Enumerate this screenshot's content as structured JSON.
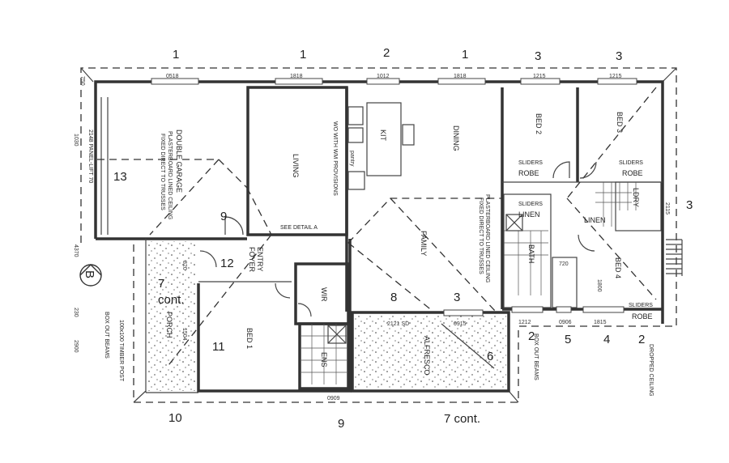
{
  "plan": {
    "ref_numbers_top": [
      "1",
      "1",
      "2",
      "1",
      "3",
      "3"
    ],
    "ref_numbers_right": [
      "3"
    ],
    "ref_numbers_bottom": [
      "10",
      "9",
      "7 cont."
    ],
    "ref_numbers_lower_right": [
      "2",
      "5",
      "4",
      "2"
    ],
    "ref_numbers_inside": {
      "garage": "13",
      "door": "9",
      "foyer": "12",
      "porch": "7",
      "porch_cont": "cont.",
      "bed1": "11",
      "family_a": "8",
      "family_b": "3",
      "alfresco": "6"
    },
    "rooms": {
      "living": "LIVING",
      "kit": "KIT",
      "dining": "DINING",
      "bed2": "BED 2",
      "bed3": "BED 3",
      "bed1": "BED 1",
      "bed4": "BED 4",
      "family": "FAMILY",
      "entry": "ENTRY",
      "foyer": "FOYER",
      "wir": "WIR",
      "ens": "ENS",
      "bath": "BATH",
      "linen": "LINEN",
      "linen2": "LINEN",
      "lndy": "LDRY",
      "porch": "PORCH",
      "alfresco": "ALFRESCO",
      "robe2": "ROBE",
      "robe3": "ROBE",
      "robe4": "ROBE",
      "pantry": "pantry",
      "garage": "DOUBLE GARAGE"
    },
    "notes": {
      "garage_ceiling": "PLASTERBOARD LINED CEILING",
      "garage_ceiling2": "FIXED DIRECT TO TRUSSES",
      "living_note": "WO WITH WM PROVISIONS",
      "see_detail": "SEE DETAIL A",
      "family_ceiling": "PLASTERBOARD LINED CEILING",
      "family_ceiling2": "FIXED DIRECT TO TRUSSES",
      "sliders2": "SLIDERS",
      "sliders3": "SLIDERS",
      "sliders_linen": "SLIDERS",
      "sliders4": "SLIDERS",
      "panel_lift": "2148 PANEL-LIFT 70",
      "box_beams_left": "BOX OUT BEAMS",
      "timber_post": "100x100 TIMBER POST",
      "box_beams_right": "BOX OUT BEAMS",
      "dropped": "DROPPED CEILING",
      "section_marker": "B",
      "alfresco_door": "2121 SD"
    },
    "dimensions": {
      "w_garage": "0518",
      "w_living": "1818",
      "w_kit": "1012",
      "w_dining": "1818",
      "w_bed2": "1215",
      "w_bed3": "1215",
      "d_1030": "1030",
      "d_750": "750",
      "d_4370": "4370",
      "d_230": "230",
      "d_2900": "2900",
      "d_1212": "1212",
      "d_0906": "0906",
      "d_1815": "1815",
      "d_0915": "0915",
      "d_0909": "0909",
      "d_1800": "1800",
      "d_2115": "2115",
      "d_1504": "1504",
      "d_720": "720",
      "d_820": "820"
    }
  }
}
